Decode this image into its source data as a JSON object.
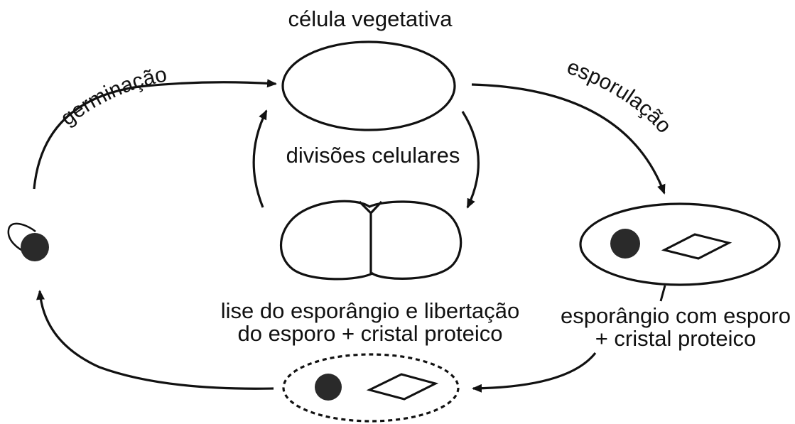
{
  "labels": {
    "vegetative_cell": "célula vegetativa",
    "cell_divisions": "divisões celulares",
    "germination": "germinação",
    "sporulation": "esporulação",
    "lysis_line1": "lise do esporângio e libertação",
    "lysis_line2": "do esporo + cristal proteico",
    "sporangium_line1": "esporângio com esporo",
    "sporangium_line2": "+ cristal proteico"
  },
  "colors": {
    "stroke": "#111111",
    "spore": "#2a2a2a",
    "background": "#ffffff"
  }
}
